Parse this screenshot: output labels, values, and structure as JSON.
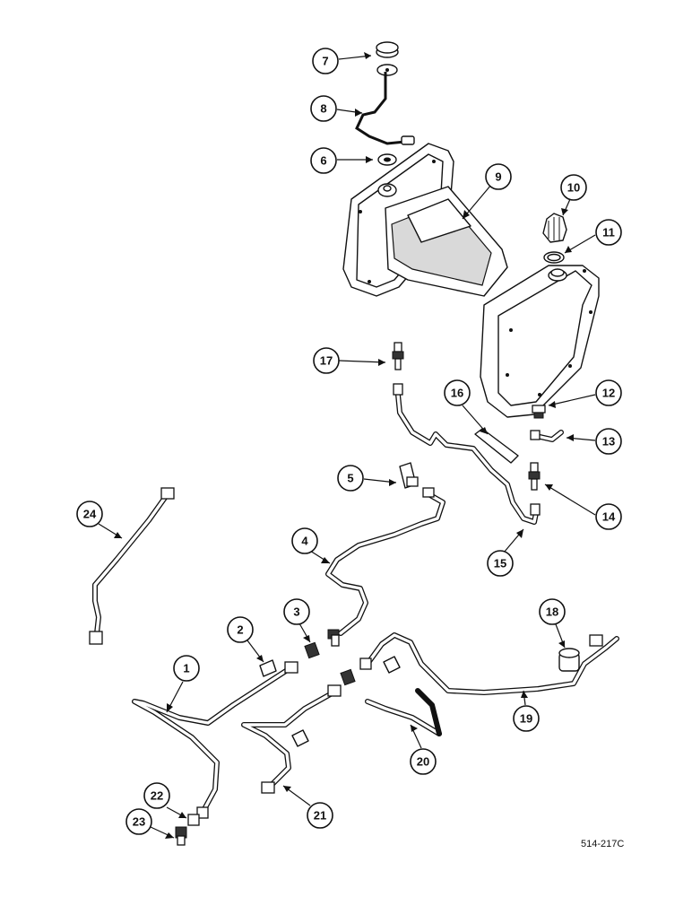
{
  "diagram": {
    "reference_code": "514-217C",
    "callouts": [
      {
        "id": "c1",
        "label": "1"
      },
      {
        "id": "c2",
        "label": "2"
      },
      {
        "id": "c3",
        "label": "3"
      },
      {
        "id": "c4",
        "label": "4"
      },
      {
        "id": "c5",
        "label": "5"
      },
      {
        "id": "c6",
        "label": "6"
      },
      {
        "id": "c7",
        "label": "7"
      },
      {
        "id": "c8",
        "label": "8"
      },
      {
        "id": "c9",
        "label": "9"
      },
      {
        "id": "c10",
        "label": "10"
      },
      {
        "id": "c11",
        "label": "11"
      },
      {
        "id": "c12",
        "label": "12"
      },
      {
        "id": "c13",
        "label": "13"
      },
      {
        "id": "c14",
        "label": "14"
      },
      {
        "id": "c15",
        "label": "15"
      },
      {
        "id": "c16",
        "label": "16"
      },
      {
        "id": "c17",
        "label": "17"
      },
      {
        "id": "c18",
        "label": "18"
      },
      {
        "id": "c19",
        "label": "19"
      },
      {
        "id": "c20",
        "label": "20"
      },
      {
        "id": "c21",
        "label": "21"
      },
      {
        "id": "c22",
        "label": "22"
      },
      {
        "id": "c23",
        "label": "23"
      },
      {
        "id": "c24",
        "label": "24"
      }
    ]
  }
}
